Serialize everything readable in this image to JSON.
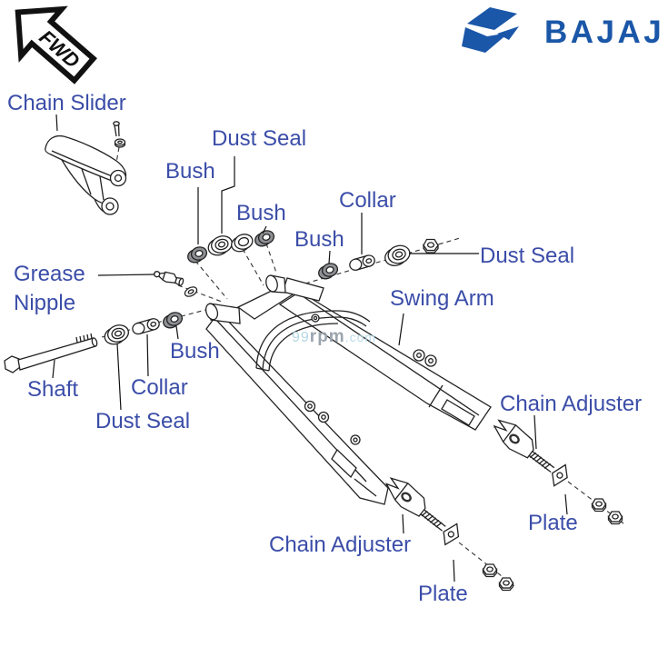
{
  "header": {
    "fwd_label": "FWD",
    "brand": "BAJAJ"
  },
  "watermark": {
    "part1": "99",
    "part2": "rpm",
    "part3": ".com"
  },
  "colors": {
    "label_blue": "#3b4da8",
    "brand_blue": "#1b57a8",
    "part_gray": "#8e9094",
    "watermark_cyan": "#b3d7e6",
    "watermark_gray": "#9aa4ae"
  },
  "labels": {
    "chain_slider": "Chain Slider",
    "dust_seal_top": "Dust Seal",
    "bush_top_left": "Bush",
    "bush_top_mid": "Bush",
    "collar_top": "Collar",
    "bush_top_right": "Bush",
    "dust_seal_right": "Dust Seal",
    "swing_arm": "Swing Arm",
    "grease_nipple": "Grease Nipple",
    "bush_left": "Bush",
    "shaft": "Shaft",
    "collar_left": "Collar",
    "dust_seal_left": "Dust Seal",
    "chain_adjuster_right": "Chain Adjuster",
    "plate_right": "Plate",
    "chain_adjuster_bottom": "Chain Adjuster",
    "plate_bottom": "Plate"
  }
}
